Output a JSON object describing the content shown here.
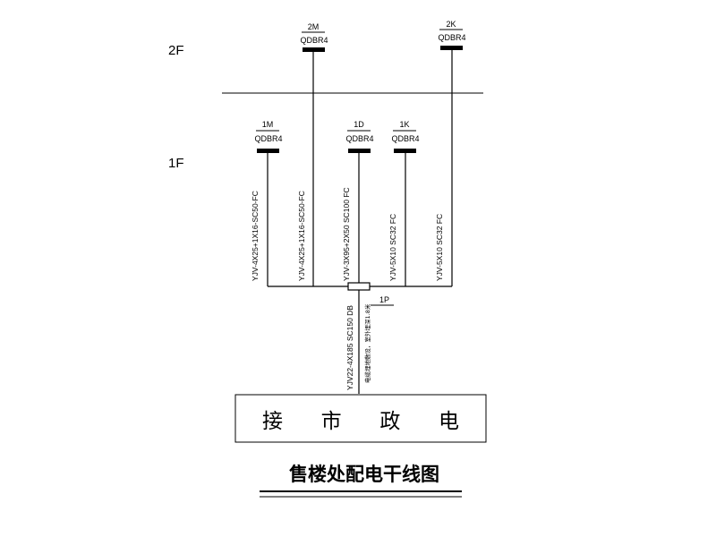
{
  "floors": {
    "upper": "2F",
    "lower": "1F"
  },
  "panels": [
    {
      "id": "2M",
      "model": "QDBR4"
    },
    {
      "id": "2K",
      "model": "QDBR4"
    },
    {
      "id": "1M",
      "model": "QDBR4"
    },
    {
      "id": "1D",
      "model": "QDBR4"
    },
    {
      "id": "1K",
      "model": "QDBR4"
    }
  ],
  "main_panel": {
    "id": "1P"
  },
  "cables": [
    "YJV-4X25+1X16-SC50-FC",
    "YJV-4X25+1X16-SC50-FC",
    "YJV-3X95+2X50 SC100 FC",
    "YJV-5X10 SC32 FC",
    "YJV-5X10 SC32 FC"
  ],
  "incoming_cable": "YJV22-4X185 SC150 DB",
  "incoming_note": "电缆埋地敷设，室外埋深1.8米",
  "source_box": "接 市 政 电",
  "title": "售楼处配电干线图"
}
